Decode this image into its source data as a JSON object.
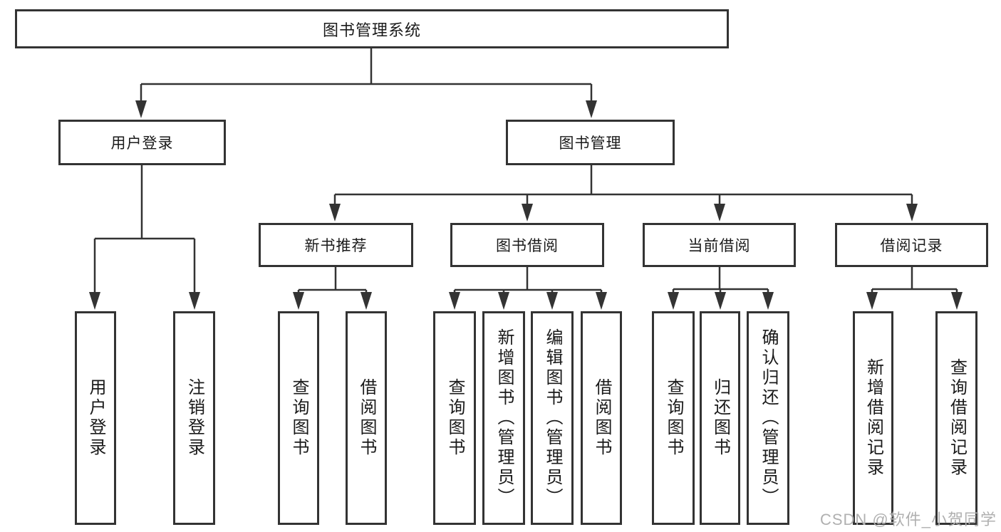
{
  "diagram": {
    "title": "图书管理系统",
    "colors": {
      "line": "#333333",
      "text": "#1a1a1a",
      "background": "#ffffff",
      "watermark": "#b0b0b0"
    },
    "nodes": {
      "root": {
        "label": "图书管理系统"
      },
      "level2": [
        {
          "label": "用户登录"
        },
        {
          "label": "图书管理"
        }
      ],
      "level3": [
        {
          "label": "新书推荐",
          "parent": "图书管理"
        },
        {
          "label": "图书借阅",
          "parent": "图书管理"
        },
        {
          "label": "当前借阅",
          "parent": "图书管理"
        },
        {
          "label": "借阅记录",
          "parent": "图书管理"
        }
      ],
      "leaves": [
        {
          "label": "用户登录",
          "parent": "用户登录"
        },
        {
          "label": "注销登录",
          "parent": "用户登录"
        },
        {
          "label": "查询图书",
          "parent": "新书推荐"
        },
        {
          "label": "借阅图书",
          "parent": "新书推荐"
        },
        {
          "label": "查询图书",
          "parent": "图书借阅"
        },
        {
          "label": "新增图书（管理员）",
          "parent": "图书借阅"
        },
        {
          "label": "编辑图书（管理员）",
          "parent": "图书借阅"
        },
        {
          "label": "借阅图书",
          "parent": "图书借阅"
        },
        {
          "label": "查询图书",
          "parent": "当前借阅"
        },
        {
          "label": "归还图书",
          "parent": "当前借阅"
        },
        {
          "label": "确认归还（管理员）",
          "parent": "当前借阅"
        },
        {
          "label": "新增借阅记录",
          "parent": "借阅记录"
        },
        {
          "label": "查询借阅记录",
          "parent": "借阅记录"
        }
      ]
    },
    "watermark": {
      "text": "CSDN @软件_小贺同学"
    }
  }
}
